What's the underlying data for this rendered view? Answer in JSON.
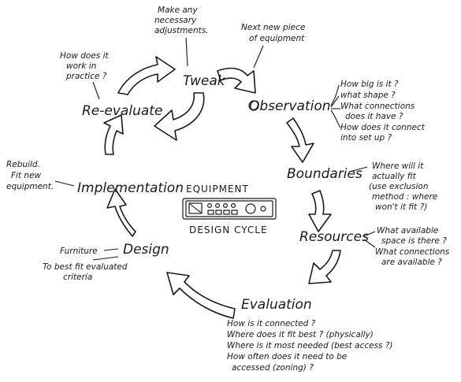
{
  "center": {
    "title_top": "EQUIPMENT",
    "title_bottom": "DESIGN CYCLE"
  },
  "stages": {
    "tweak": "Tweak",
    "observation": "Observation",
    "boundaries": "Boundaries",
    "resources": "Resources",
    "evaluation": "Evaluation",
    "design": "Design",
    "implementation": "Implementation",
    "re_evaluate": "Re-evaluate"
  },
  "notes": {
    "tweak": [
      "Make any",
      "necessary",
      "adjustments."
    ],
    "next_piece": [
      "Next new piece",
      "of equipment"
    ],
    "observation": [
      "How big is it ?",
      "what shape ?",
      "What connections",
      "does it have ?",
      "How does it connect",
      "into set up ?"
    ],
    "boundaries": [
      "Where will it",
      "actually fit",
      "(use exclusion",
      "method : where",
      "won't it fit ?)"
    ],
    "resources": [
      "What available",
      "space is there ?",
      "What connections",
      "are available ?"
    ],
    "evaluation": [
      "How is it connected ?",
      "Where does it fit best ? (physically)",
      "Where is it most needed (best access ?)",
      "How often does it need to be",
      "accessed (zoning) ?"
    ],
    "design_left": "Furniture",
    "design_below": [
      "To best fit evaluated",
      "criteria"
    ],
    "implementation": [
      "Rebuild.",
      "Fit new",
      "equipment."
    ],
    "re_evaluate": [
      "How does it",
      "work in",
      "practice ?"
    ]
  }
}
